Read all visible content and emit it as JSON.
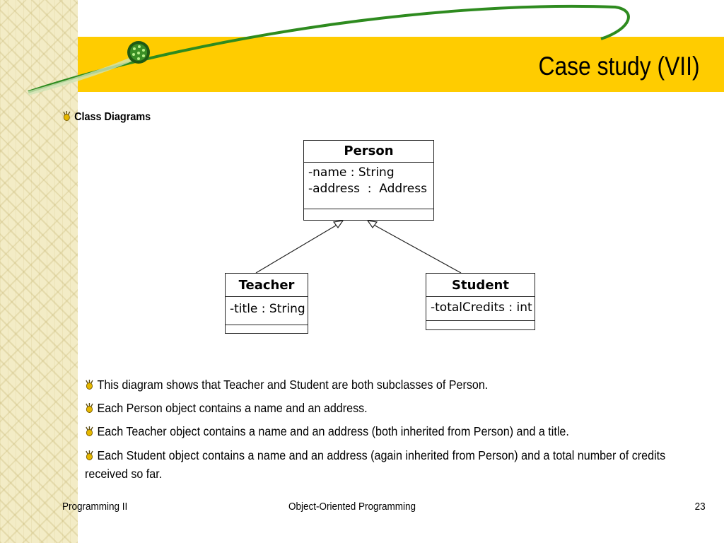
{
  "slide": {
    "title": "Case study (VII)",
    "section_heading": "Class Diagrams"
  },
  "diagram": {
    "classes": [
      {
        "name": "Person",
        "attributes": [
          "-name : String",
          "-address  :  Address"
        ]
      },
      {
        "name": "Teacher",
        "attributes": [
          "-title : String"
        ]
      },
      {
        "name": "Student",
        "attributes": [
          "-totalCredits : int"
        ]
      }
    ]
  },
  "points": [
    "This diagram shows that Teacher and Student are both subclasses of Person.",
    "Each Person object contains a name and an address.",
    "Each Teacher object contains a name and an address (both inherited from Person) and a title.",
    "Each Student object contains a name and an address (again inherited from Person) and a total number of credits received so far."
  ],
  "footer": {
    "left": "Programming II",
    "center": "Object-Oriented Programming",
    "page_number": "23"
  },
  "colors": {
    "title_band": "#ffcc00",
    "swoosh": "#2e8b1f",
    "side_strip": "#f3ecc6"
  },
  "icons": {
    "bullet": "star-bullet-icon",
    "orb": "green-orb-icon"
  }
}
